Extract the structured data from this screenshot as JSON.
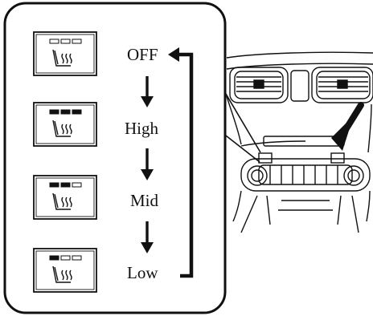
{
  "inset": {
    "levels": [
      {
        "label": "OFF",
        "lit_bars": 0
      },
      {
        "label": "High",
        "lit_bars": 3
      },
      {
        "label": "Mid",
        "lit_bars": 2
      },
      {
        "label": "Low",
        "lit_bars": 1
      }
    ],
    "cycle": "OFF → High → Mid → Low → OFF"
  },
  "colors": {
    "line": "#111111",
    "background": "#ffffff",
    "indicator_on": "#111111",
    "indicator_off": "#ffffff"
  },
  "icons": {
    "switch": "seat-heater-icon",
    "step_arrow": "arrow-down-icon",
    "return_arrow": "return-arrow-icon",
    "pointer": "pointer-arrow-icon"
  }
}
